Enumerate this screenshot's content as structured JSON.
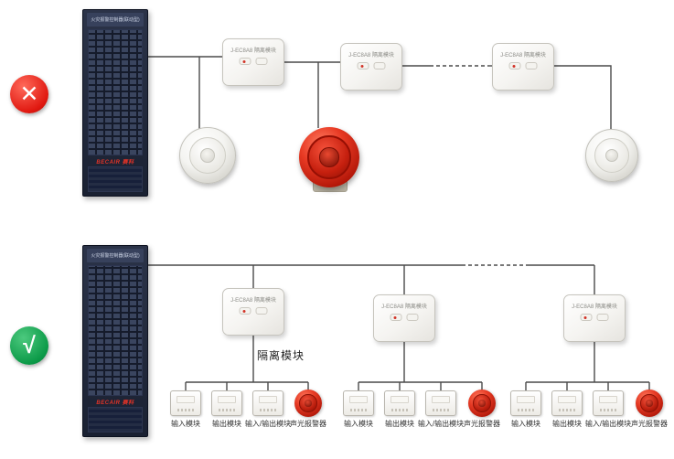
{
  "legend": {
    "wrong_icon": "✕",
    "right_icon": "√"
  },
  "panel": {
    "header_text": "火灾报警控制器(联动型)",
    "brand": "BECAIR 赛科"
  },
  "module": {
    "title": "J-EC8A8 隔离模块"
  },
  "annotations": {
    "isolation_module": "隔离模块"
  },
  "devices": [
    "输入模块",
    "输出模块",
    "输入/输出模块",
    "声光报警器"
  ],
  "colors": {
    "wrong": "#e01810",
    "right": "#0c9a48",
    "wire": "#4a4a4a",
    "alarm_red": "#d2281e"
  }
}
